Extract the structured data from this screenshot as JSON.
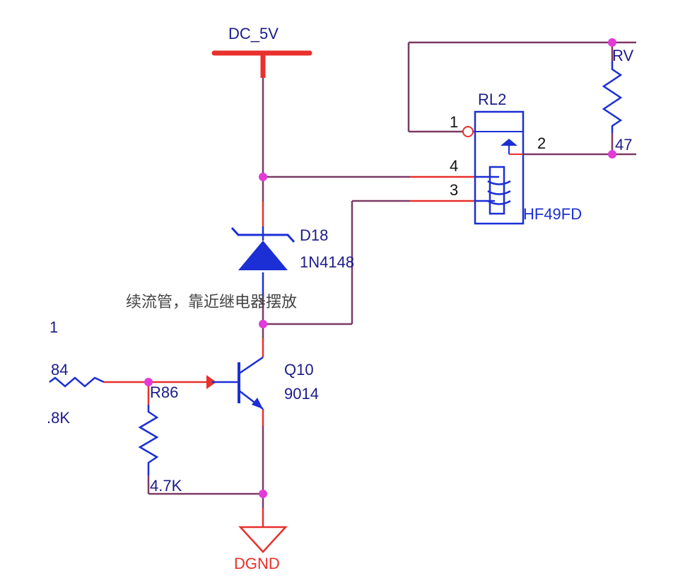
{
  "colors": {
    "wire": "#7d3a64",
    "pin": "#e8302c",
    "component": "#1b2fd4",
    "junction": "#e23bd8",
    "power": "#e8302c",
    "ground_label": "#e8302c",
    "note": "#444444"
  },
  "power": {
    "label": "DC_5V"
  },
  "ground": {
    "label": "DGND"
  },
  "relay": {
    "ref": "RL2",
    "model": "HF49FD",
    "pins": {
      "p1": "1",
      "p2": "2",
      "p3": "3",
      "p4": "4"
    }
  },
  "diode": {
    "ref": "D18",
    "value": "1N4148"
  },
  "transistor": {
    "ref": "Q10",
    "value": "9014"
  },
  "r_base": {
    "ref": "R86",
    "value": "4.7K"
  },
  "r_input": {
    "ref_partial": "84",
    "value_partial": ".8K",
    "net_partial": "1"
  },
  "r_right": {
    "ref_partial": "RV",
    "value_partial": "47"
  },
  "note": "续流管，靠近继电器摆放"
}
